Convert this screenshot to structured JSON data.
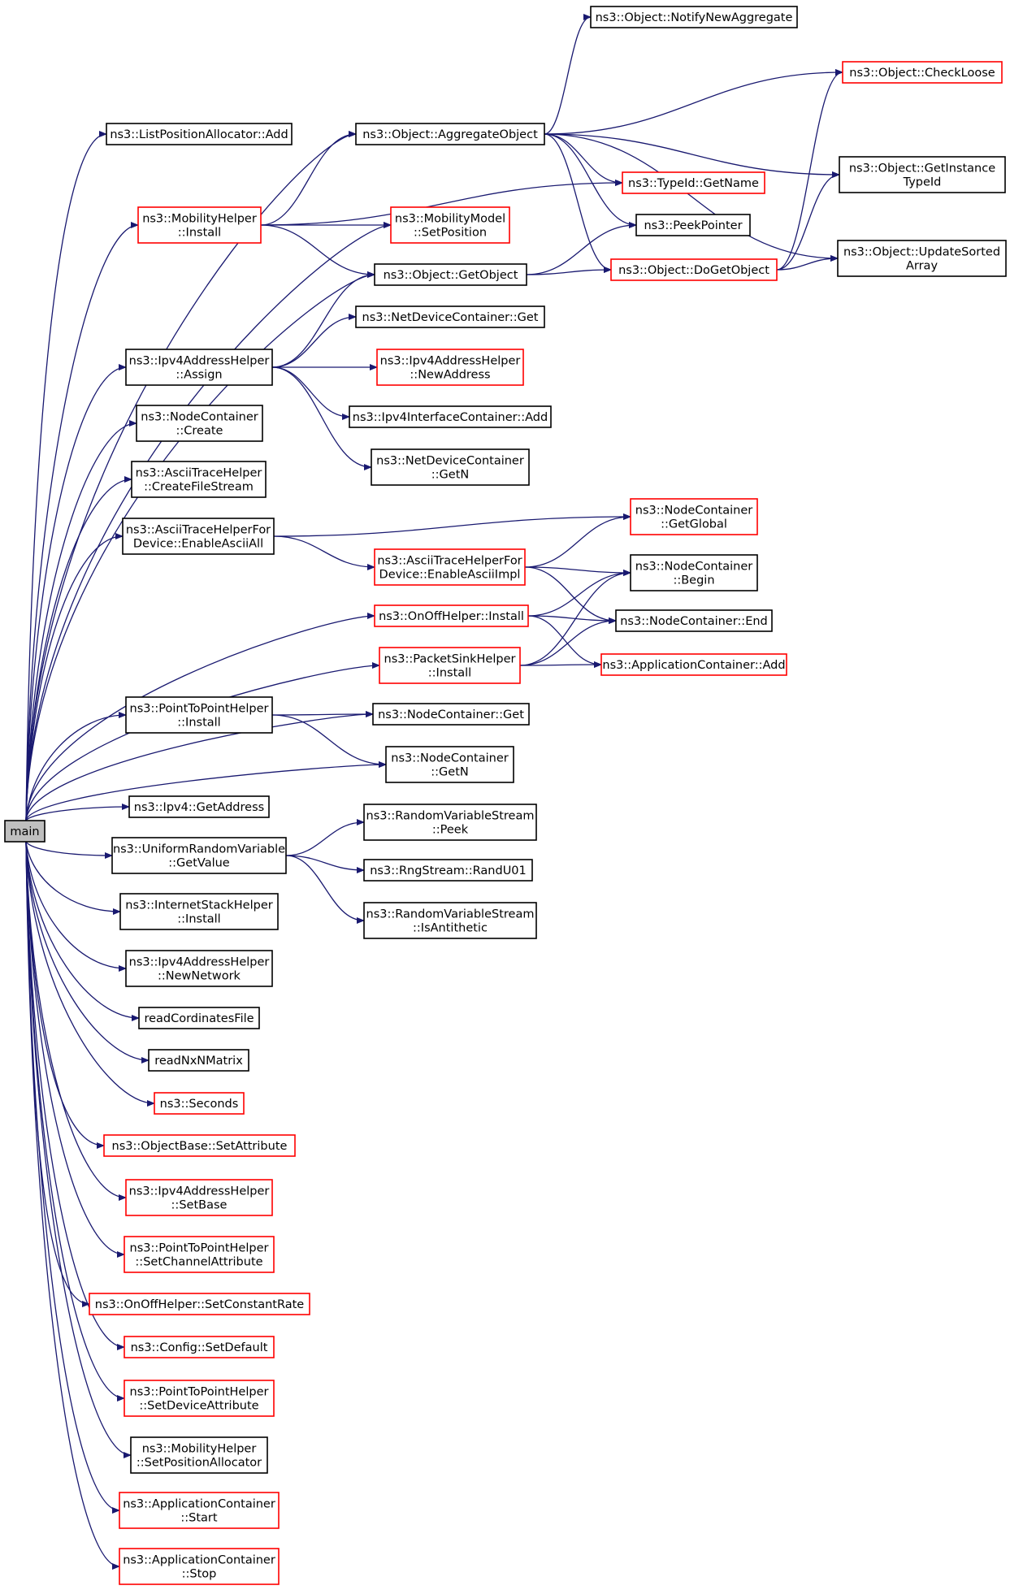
{
  "colors": {
    "edge": "#191970",
    "root_fill": "#bfbfbf",
    "border_documented": "#000000",
    "border_truncated": "#ff0000"
  },
  "nodes": [
    {
      "id": "main",
      "lines": [
        "main"
      ],
      "style": "root"
    },
    {
      "id": "lpa_add",
      "lines": [
        "ns3::ListPositionAllocator::Add"
      ],
      "style": "black"
    },
    {
      "id": "mh_install",
      "lines": [
        "ns3::MobilityHelper",
        "::Install"
      ],
      "style": "red"
    },
    {
      "id": "ip4ah_assign",
      "lines": [
        "ns3::Ipv4AddressHelper",
        "::Assign"
      ],
      "style": "black"
    },
    {
      "id": "nc_create",
      "lines": [
        "ns3::NodeContainer",
        "::Create"
      ],
      "style": "black"
    },
    {
      "id": "ath_cfs",
      "lines": [
        "ns3::AsciiTraceHelper",
        "::CreateFileStream"
      ],
      "style": "black"
    },
    {
      "id": "athd_eaa",
      "lines": [
        "ns3::AsciiTraceHelperFor",
        "Device::EnableAsciiAll"
      ],
      "style": "black"
    },
    {
      "id": "p2p_install",
      "lines": [
        "ns3::PointToPointHelper",
        "::Install"
      ],
      "style": "black"
    },
    {
      "id": "ip4_getaddr",
      "lines": [
        "ns3::Ipv4::GetAddress"
      ],
      "style": "black"
    },
    {
      "id": "urv_getvalue",
      "lines": [
        "ns3::UniformRandomVariable",
        "::GetValue"
      ],
      "style": "black"
    },
    {
      "id": "ish_install",
      "lines": [
        "ns3::InternetStackHelper",
        "::Install"
      ],
      "style": "black"
    },
    {
      "id": "ip4ah_newnet",
      "lines": [
        "ns3::Ipv4AddressHelper",
        "::NewNetwork"
      ],
      "style": "black"
    },
    {
      "id": "read_coord",
      "lines": [
        "readCordinatesFile"
      ],
      "style": "black"
    },
    {
      "id": "read_nxn",
      "lines": [
        "readNxNMatrix"
      ],
      "style": "black"
    },
    {
      "id": "seconds",
      "lines": [
        "ns3::Seconds"
      ],
      "style": "red"
    },
    {
      "id": "ob_setattr",
      "lines": [
        "ns3::ObjectBase::SetAttribute"
      ],
      "style": "red"
    },
    {
      "id": "ip4ah_setbase",
      "lines": [
        "ns3::Ipv4AddressHelper",
        "::SetBase"
      ],
      "style": "red"
    },
    {
      "id": "p2p_setchan",
      "lines": [
        "ns3::PointToPointHelper",
        "::SetChannelAttribute"
      ],
      "style": "red"
    },
    {
      "id": "ooh_setrate",
      "lines": [
        "ns3::OnOffHelper::SetConstantRate"
      ],
      "style": "red"
    },
    {
      "id": "cfg_setdef",
      "lines": [
        "ns3::Config::SetDefault"
      ],
      "style": "red"
    },
    {
      "id": "p2p_setdev",
      "lines": [
        "ns3::PointToPointHelper",
        "::SetDeviceAttribute"
      ],
      "style": "red"
    },
    {
      "id": "mh_setpos",
      "lines": [
        "ns3::MobilityHelper",
        "::SetPositionAllocator"
      ],
      "style": "black"
    },
    {
      "id": "ac_start",
      "lines": [
        "ns3::ApplicationContainer",
        "::Start"
      ],
      "style": "red"
    },
    {
      "id": "ac_stop",
      "lines": [
        "ns3::ApplicationContainer",
        "::Stop"
      ],
      "style": "red"
    },
    {
      "id": "obj_agg",
      "lines": [
        "ns3::Object::AggregateObject"
      ],
      "style": "black"
    },
    {
      "id": "mm_setpos",
      "lines": [
        "ns3::MobilityModel",
        "::SetPosition"
      ],
      "style": "red"
    },
    {
      "id": "obj_getobj",
      "lines": [
        "ns3::Object::GetObject"
      ],
      "style": "black"
    },
    {
      "id": "ndc_get",
      "lines": [
        "ns3::NetDeviceContainer::Get"
      ],
      "style": "black"
    },
    {
      "id": "ip4ah_newaddr",
      "lines": [
        "ns3::Ipv4AddressHelper",
        "::NewAddress"
      ],
      "style": "red"
    },
    {
      "id": "ip4ic_add",
      "lines": [
        "ns3::Ipv4InterfaceContainer::Add"
      ],
      "style": "black"
    },
    {
      "id": "ndc_getn",
      "lines": [
        "ns3::NetDeviceContainer",
        "::GetN"
      ],
      "style": "black"
    },
    {
      "id": "athd_eai",
      "lines": [
        "ns3::AsciiTraceHelperFor",
        "Device::EnableAsciiImpl"
      ],
      "style": "red"
    },
    {
      "id": "ooh_install",
      "lines": [
        "ns3::OnOffHelper::Install"
      ],
      "style": "red"
    },
    {
      "id": "psh_install",
      "lines": [
        "ns3::PacketSinkHelper",
        "::Install"
      ],
      "style": "red"
    },
    {
      "id": "nc_get",
      "lines": [
        "ns3::NodeContainer::Get"
      ],
      "style": "black"
    },
    {
      "id": "nc_getn",
      "lines": [
        "ns3::NodeContainer",
        "::GetN"
      ],
      "style": "black"
    },
    {
      "id": "rvs_peek",
      "lines": [
        "ns3::RandomVariableStream",
        "::Peek"
      ],
      "style": "black"
    },
    {
      "id": "rng_randu01",
      "lines": [
        "ns3::RngStream::RandU01"
      ],
      "style": "black"
    },
    {
      "id": "rvs_isanti",
      "lines": [
        "ns3::RandomVariableStream",
        "::IsAntithetic"
      ],
      "style": "black"
    },
    {
      "id": "obj_notify",
      "lines": [
        "ns3::Object::NotifyNewAggregate"
      ],
      "style": "black"
    },
    {
      "id": "typeid_getname",
      "lines": [
        "ns3::TypeId::GetName"
      ],
      "style": "red"
    },
    {
      "id": "peekpointer",
      "lines": [
        "ns3::PeekPointer"
      ],
      "style": "black"
    },
    {
      "id": "obj_dogetobj",
      "lines": [
        "ns3::Object::DoGetObject"
      ],
      "style": "red"
    },
    {
      "id": "nc_getglobal",
      "lines": [
        "ns3::NodeContainer",
        "::GetGlobal"
      ],
      "style": "red"
    },
    {
      "id": "nc_begin",
      "lines": [
        "ns3::NodeContainer",
        "::Begin"
      ],
      "style": "black"
    },
    {
      "id": "nc_end",
      "lines": [
        "ns3::NodeContainer::End"
      ],
      "style": "black"
    },
    {
      "id": "ac_add",
      "lines": [
        "ns3::ApplicationContainer::Add"
      ],
      "style": "red"
    },
    {
      "id": "obj_checkloose",
      "lines": [
        "ns3::Object::CheckLoose"
      ],
      "style": "red"
    },
    {
      "id": "obj_getinstance",
      "lines": [
        "ns3::Object::GetInstance",
        "TypeId"
      ],
      "style": "black"
    },
    {
      "id": "obj_updatesorted",
      "lines": [
        "ns3::Object::UpdateSorted",
        "Array"
      ],
      "style": "black"
    }
  ],
  "edges": [
    [
      "main",
      "lpa_add"
    ],
    [
      "main",
      "mh_install"
    ],
    [
      "main",
      "ip4ah_assign"
    ],
    [
      "main",
      "nc_create"
    ],
    [
      "main",
      "ath_cfs"
    ],
    [
      "main",
      "athd_eaa"
    ],
    [
      "main",
      "p2p_install"
    ],
    [
      "main",
      "ip4_getaddr"
    ],
    [
      "main",
      "urv_getvalue"
    ],
    [
      "main",
      "ish_install"
    ],
    [
      "main",
      "ip4ah_newnet"
    ],
    [
      "main",
      "read_coord"
    ],
    [
      "main",
      "read_nxn"
    ],
    [
      "main",
      "seconds"
    ],
    [
      "main",
      "ob_setattr"
    ],
    [
      "main",
      "ip4ah_setbase"
    ],
    [
      "main",
      "p2p_setchan"
    ],
    [
      "main",
      "ooh_setrate"
    ],
    [
      "main",
      "cfg_setdef"
    ],
    [
      "main",
      "p2p_setdev"
    ],
    [
      "main",
      "mh_setpos"
    ],
    [
      "main",
      "ac_start"
    ],
    [
      "main",
      "ac_stop"
    ],
    [
      "main",
      "obj_agg"
    ],
    [
      "main",
      "mm_setpos"
    ],
    [
      "main",
      "obj_getobj"
    ],
    [
      "main",
      "ooh_install"
    ],
    [
      "main",
      "psh_install"
    ],
    [
      "main",
      "nc_get"
    ],
    [
      "main",
      "nc_getn"
    ],
    [
      "mh_install",
      "obj_agg"
    ],
    [
      "mh_install",
      "typeid_getname"
    ],
    [
      "mh_install",
      "mm_setpos"
    ],
    [
      "mh_install",
      "obj_getobj"
    ],
    [
      "ip4ah_assign",
      "obj_getobj"
    ],
    [
      "ip4ah_assign",
      "ndc_get"
    ],
    [
      "ip4ah_assign",
      "ip4ah_newaddr"
    ],
    [
      "ip4ah_assign",
      "ip4ic_add"
    ],
    [
      "ip4ah_assign",
      "ndc_getn"
    ],
    [
      "athd_eaa",
      "nc_getglobal"
    ],
    [
      "athd_eaa",
      "athd_eai"
    ],
    [
      "athd_eai",
      "nc_getglobal"
    ],
    [
      "athd_eai",
      "nc_begin"
    ],
    [
      "athd_eai",
      "nc_end"
    ],
    [
      "ooh_install",
      "nc_begin"
    ],
    [
      "ooh_install",
      "nc_end"
    ],
    [
      "ooh_install",
      "ac_add"
    ],
    [
      "psh_install",
      "nc_begin"
    ],
    [
      "psh_install",
      "nc_end"
    ],
    [
      "psh_install",
      "ac_add"
    ],
    [
      "p2p_install",
      "nc_get"
    ],
    [
      "p2p_install",
      "nc_getn"
    ],
    [
      "urv_getvalue",
      "rvs_peek"
    ],
    [
      "urv_getvalue",
      "rng_randu01"
    ],
    [
      "urv_getvalue",
      "rvs_isanti"
    ],
    [
      "obj_agg",
      "obj_notify"
    ],
    [
      "obj_agg",
      "obj_checkloose"
    ],
    [
      "obj_agg",
      "obj_getinstance"
    ],
    [
      "obj_agg",
      "typeid_getname"
    ],
    [
      "obj_agg",
      "peekpointer"
    ],
    [
      "obj_agg",
      "obj_dogetobj"
    ],
    [
      "obj_agg",
      "obj_updatesorted"
    ],
    [
      "obj_getobj",
      "peekpointer"
    ],
    [
      "obj_getobj",
      "obj_dogetobj"
    ],
    [
      "obj_dogetobj",
      "obj_checkloose"
    ],
    [
      "obj_dogetobj",
      "obj_getinstance"
    ],
    [
      "obj_dogetobj",
      "obj_updatesorted"
    ]
  ]
}
